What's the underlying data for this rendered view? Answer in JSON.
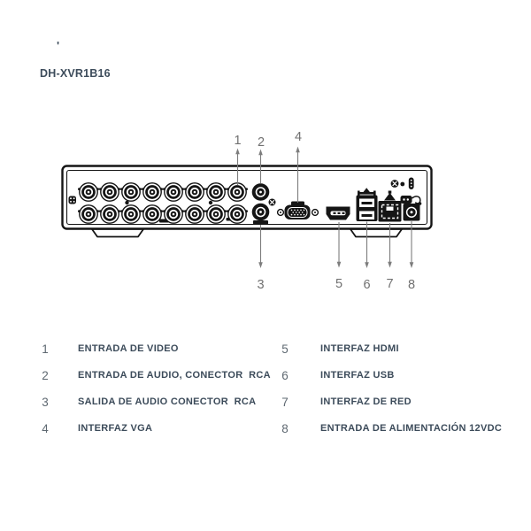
{
  "header": {
    "mark": "'",
    "model": "DH-XVR1B16"
  },
  "callouts": {
    "top": [
      {
        "num": "1"
      },
      {
        "num": "2"
      },
      {
        "num": "4"
      }
    ],
    "bottom": [
      {
        "num": "3"
      },
      {
        "num": "5"
      },
      {
        "num": "6"
      },
      {
        "num": "7"
      },
      {
        "num": "8"
      }
    ]
  },
  "legend": {
    "left": [
      {
        "num": "1",
        "label": "ENTRADA DE VIDEO"
      },
      {
        "num": "2",
        "label": "ENTRADA DE AUDIO, CONECTOR  RCA"
      },
      {
        "num": "3",
        "label": "SALIDA DE AUDIO CONECTOR  RCA"
      },
      {
        "num": "4",
        "label": "INTERFAZ VGA"
      }
    ],
    "right": [
      {
        "num": "5",
        "label": "INTERFAZ HDMI"
      },
      {
        "num": "6",
        "label": "INTERFAZ USB"
      },
      {
        "num": "7",
        "label": "INTERFAZ DE RED"
      },
      {
        "num": "8",
        "label": "ENTRADA DE ALIMENTACIÓN 12VDC"
      }
    ]
  },
  "diagram": {
    "type": "rear-panel",
    "bnc_rows": 2,
    "bnc_per_row": 8,
    "ports": [
      "video-input-bnc",
      "audio-input-rca",
      "audio-output-rca",
      "vga",
      "hdmi",
      "usb",
      "ethernet",
      "power-12vdc"
    ]
  },
  "colors": {
    "diagram_ink": "#151515",
    "callout_line": "#7d7d7d",
    "callout_number": "#707070",
    "legend_number": "#5e6871",
    "legend_text": "#3c4b5a"
  }
}
